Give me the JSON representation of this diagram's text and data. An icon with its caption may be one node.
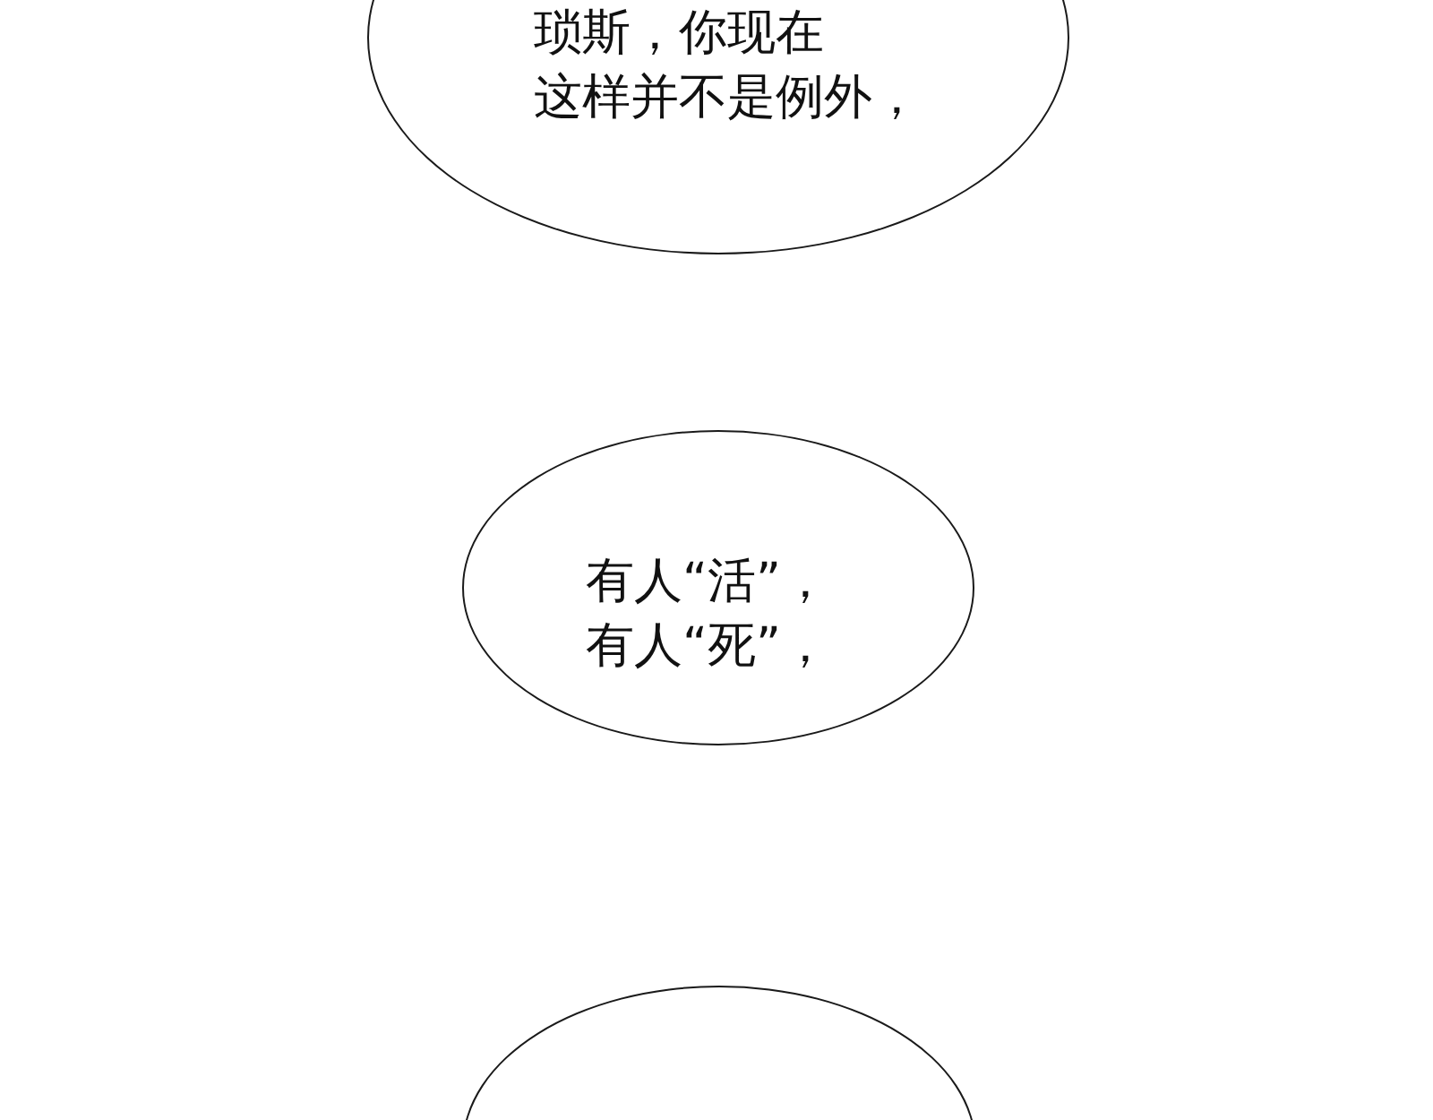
{
  "diagram": {
    "nodes": [
      {
        "text": [
          "琐斯，你现在这样并不是例外，"
        ]
      },
      {
        "text": [
          "有人“活”，有人“死”，"
        ]
      },
      {
        "text": [],
        "shape": "circle"
      }
    ]
  }
}
